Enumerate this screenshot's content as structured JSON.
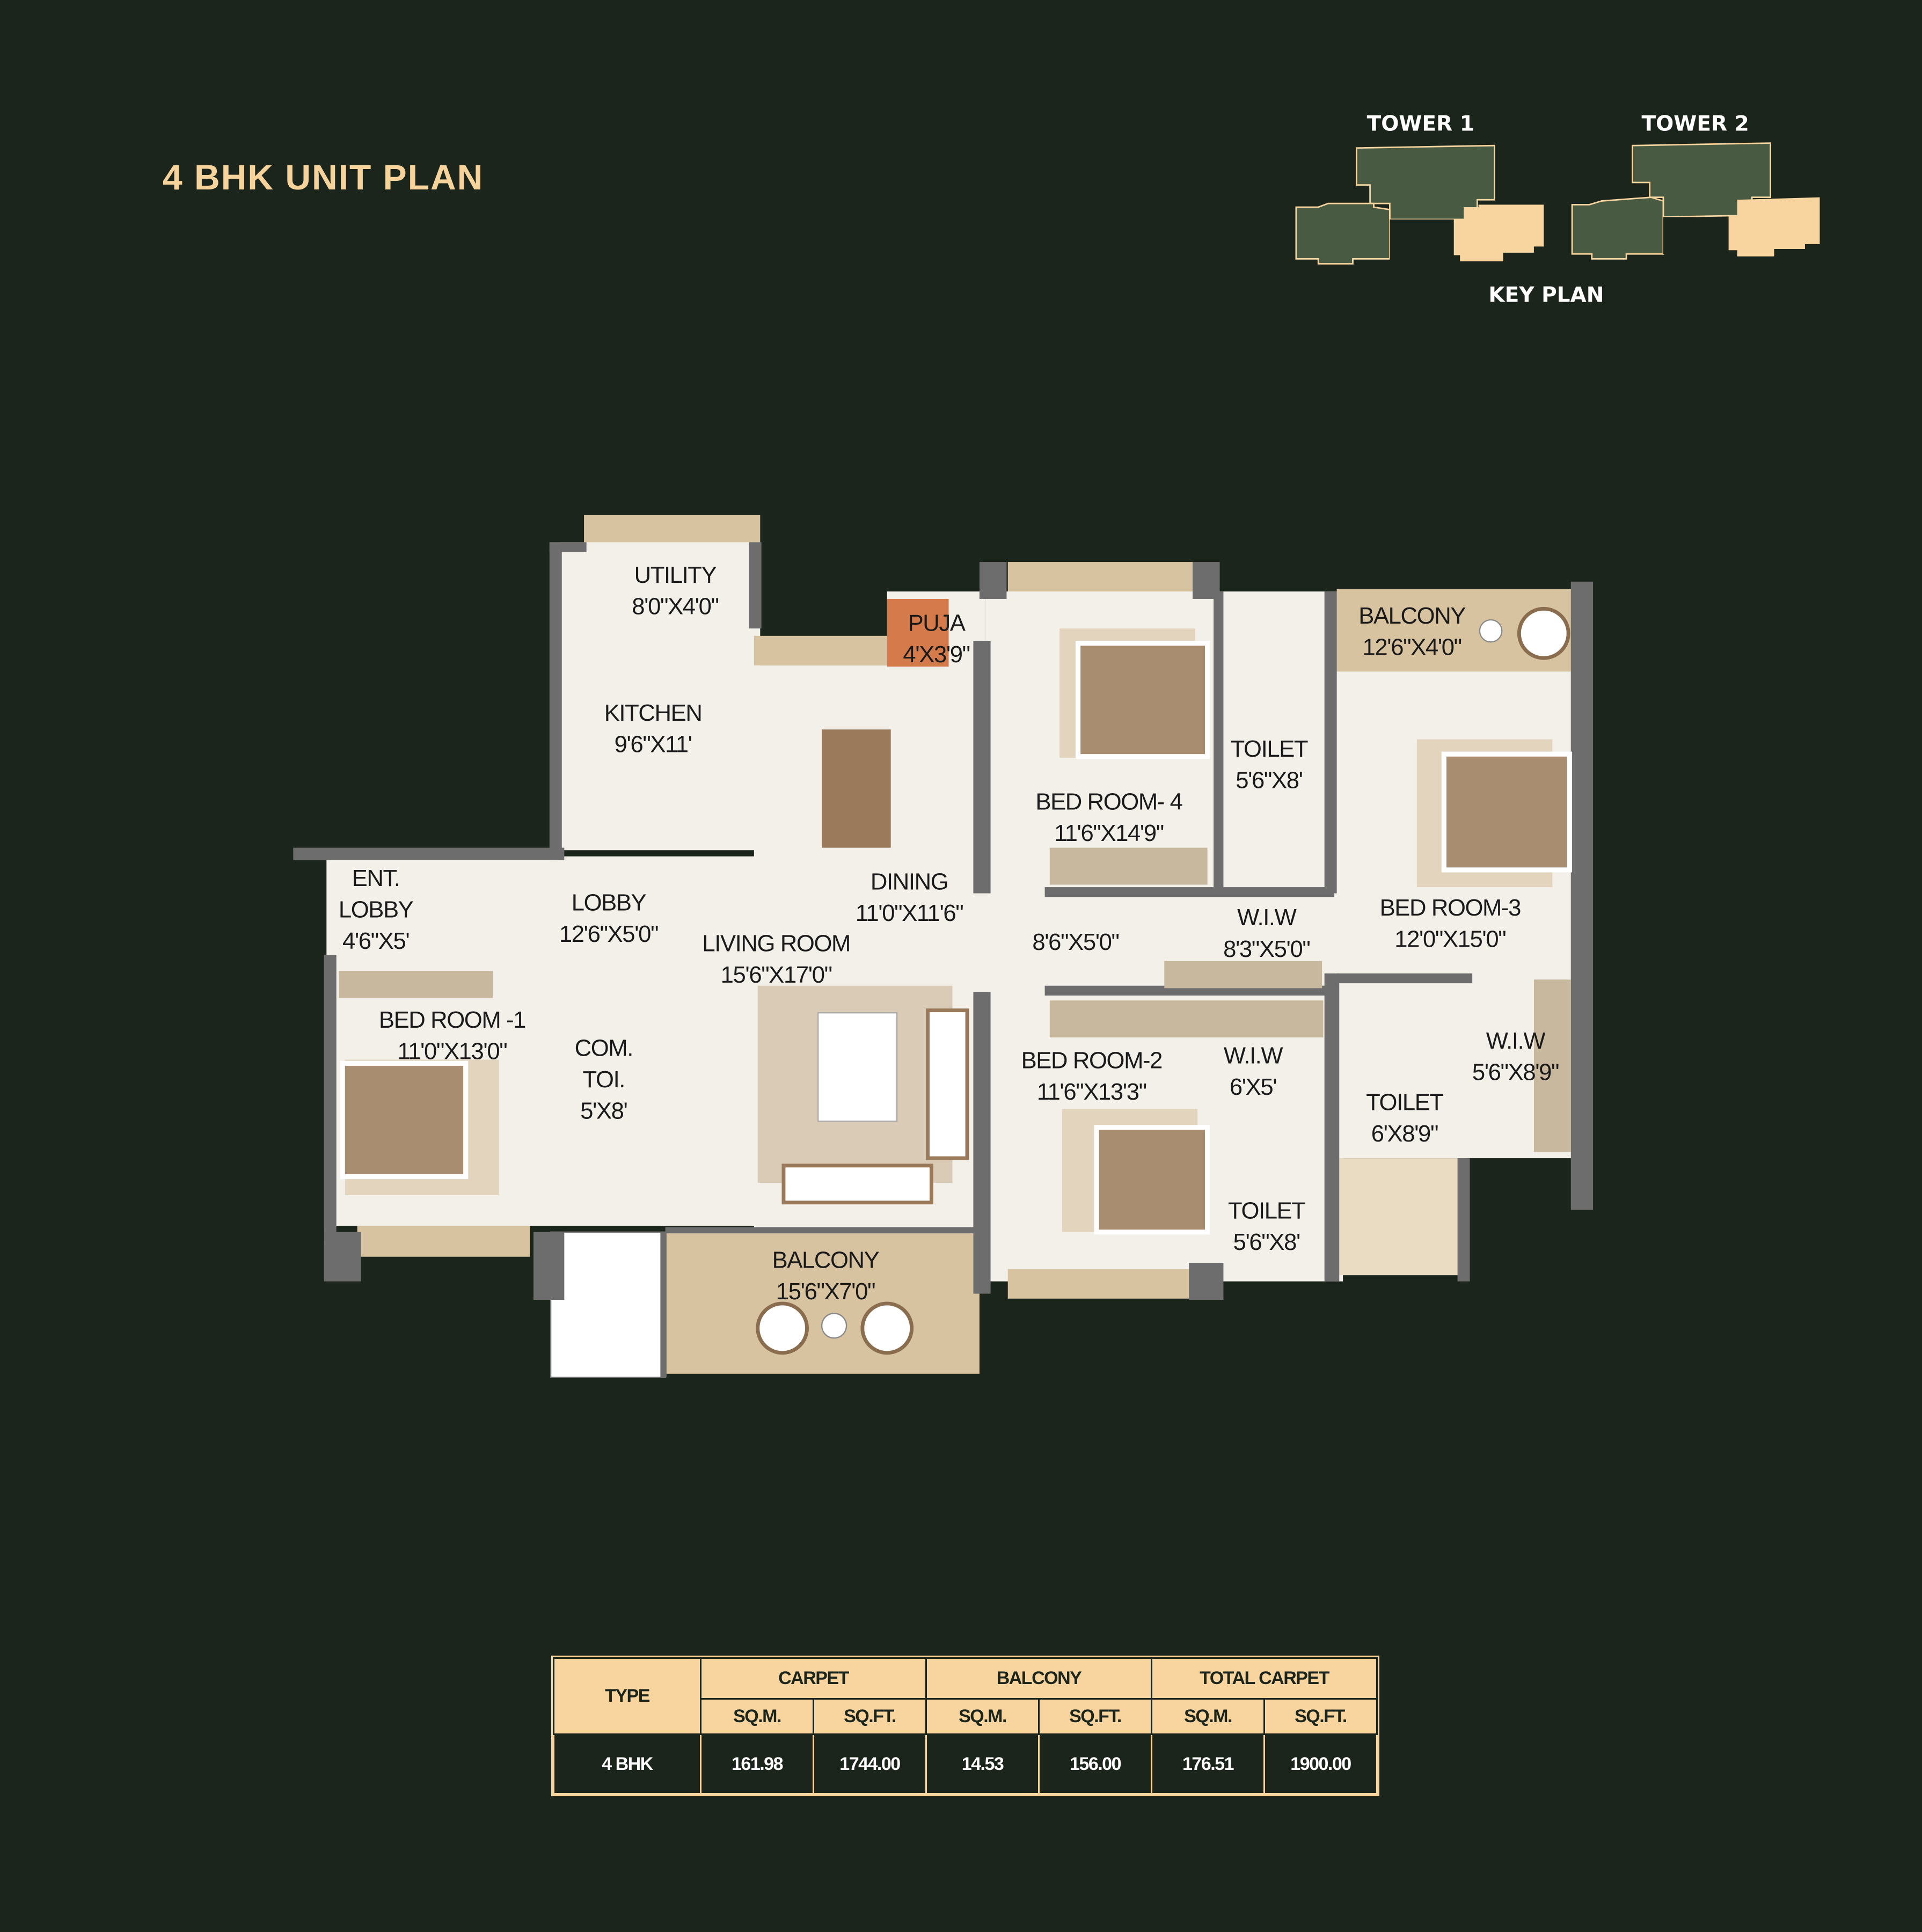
{
  "title": "4 BHK UNIT PLAN",
  "key_plan": {
    "tower1": "TOWER 1",
    "tower2": "TOWER 2",
    "label": "KEY PLAN"
  },
  "colors": {
    "background": "#1c251b",
    "accent": "#f5d39b",
    "tower_green": "#485a41",
    "highlight_unit": "#f8d59f",
    "floor": "#f3f0ea",
    "wall": "#6d6d6d",
    "wood": "#d8c3a0"
  },
  "rooms": [
    {
      "name": "utility",
      "lines": [
        "UTILITY",
        "8'0\"X4'0\""
      ]
    },
    {
      "name": "kitchen",
      "lines": [
        "KITCHEN",
        "9'6\"X11'"
      ]
    },
    {
      "name": "puja",
      "lines": [
        "PUJA",
        "4'X3'9\""
      ]
    },
    {
      "name": "dining",
      "lines": [
        "DINING",
        "11'0\"X11'6\""
      ]
    },
    {
      "name": "bedroom-4",
      "lines": [
        "BED ROOM- 4",
        "11'6\"X14'9\""
      ]
    },
    {
      "name": "toilet-bed4",
      "lines": [
        "TOILET",
        "5'6\"X8'"
      ]
    },
    {
      "name": "balcony-bed3",
      "lines": [
        "BALCONY",
        "12'6\"X4'0\""
      ]
    },
    {
      "name": "bedroom-3",
      "lines": [
        "BED ROOM-3",
        "12'0\"X15'0\""
      ]
    },
    {
      "name": "entrance-lobby",
      "lines": [
        "ENT.",
        "LOBBY",
        "4'6\"X5'"
      ]
    },
    {
      "name": "lobby",
      "lines": [
        "LOBBY",
        "12'6\"X5'0\""
      ]
    },
    {
      "name": "living-room",
      "lines": [
        "LIVING ROOM",
        "15'6\"X17'0\""
      ]
    },
    {
      "name": "passage",
      "lines": [
        "8'6\"X5'0\""
      ]
    },
    {
      "name": "wiw-bed4",
      "lines": [
        "W.I.W",
        "8'3\"X5'0\""
      ]
    },
    {
      "name": "bedroom-1",
      "lines": [
        "BED ROOM -1",
        "11'0\"X13'0\""
      ]
    },
    {
      "name": "common-toilet",
      "lines": [
        "COM.",
        "TOI.",
        "5'X8'"
      ]
    },
    {
      "name": "bedroom-2",
      "lines": [
        "BED ROOM-2",
        "11'6\"X13'3\""
      ]
    },
    {
      "name": "wiw-bed2",
      "lines": [
        "W.I.W",
        "6'X5'"
      ]
    },
    {
      "name": "toilet-bed3",
      "lines": [
        "TOILET",
        "6'X8'9\""
      ]
    },
    {
      "name": "wiw-bed3",
      "lines": [
        "W.I.W",
        "5'6\"X8'9\""
      ]
    },
    {
      "name": "toilet-bed2",
      "lines": [
        "TOILET",
        "5'6\"X8'"
      ]
    },
    {
      "name": "balcony-living",
      "lines": [
        "BALCONY",
        "15'6\"X7'0\""
      ]
    }
  ],
  "area_table": {
    "type_header": "TYPE",
    "groups": [
      "CARPET",
      "BALCONY",
      "TOTAL CARPET"
    ],
    "units": [
      "SQ.M.",
      "SQ.FT.",
      "SQ.M.",
      "SQ.FT.",
      "SQ.M.",
      "SQ.FT."
    ],
    "rows": [
      {
        "type": "4 BHK",
        "values": [
          "161.98",
          "1744.00",
          "14.53",
          "156.00",
          "176.51",
          "1900.00"
        ]
      }
    ]
  }
}
